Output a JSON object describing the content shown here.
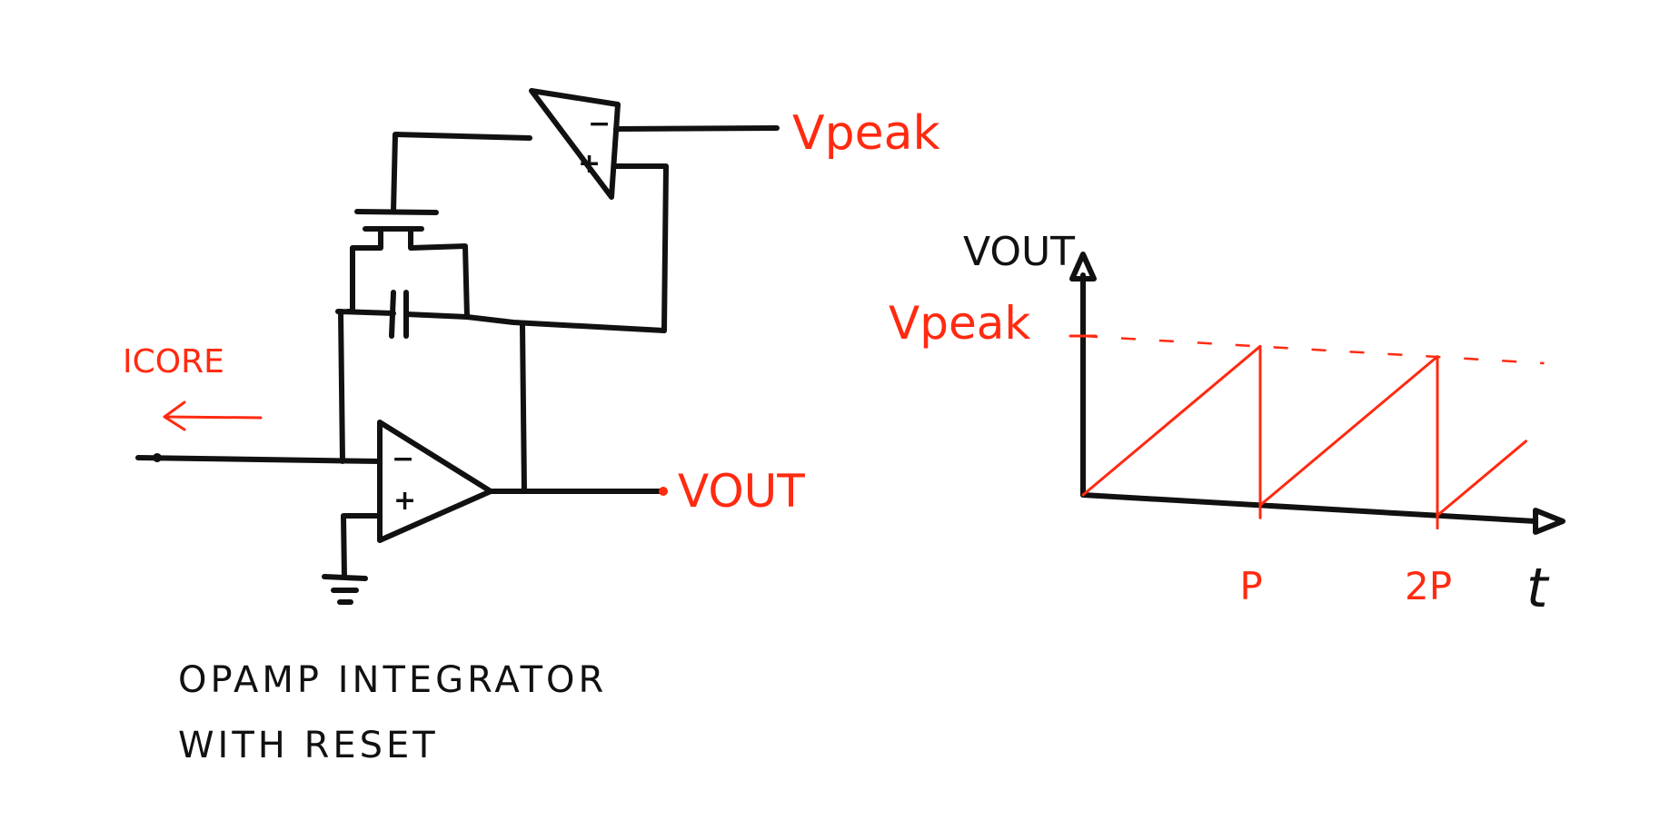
{
  "circuit": {
    "labels": {
      "vpeak": "Vpeak",
      "icore": "ICORE",
      "vout": "VOUT",
      "minus": "−",
      "plus": "+"
    },
    "caption": {
      "line1": "OPAMP INTEGRATOR",
      "line2": "WITH RESET"
    }
  },
  "chart_data": {
    "type": "line",
    "ylabel": "VOUT",
    "xlabel": "t",
    "reference_line": {
      "label": "Vpeak",
      "value": 1,
      "style": "dashed"
    },
    "x_ticks": [
      "P",
      "2P"
    ],
    "series": [
      {
        "x": [
          0,
          1,
          1,
          2,
          2,
          2.5
        ],
        "y": [
          0,
          1,
          0,
          1,
          0,
          0.5
        ]
      }
    ],
    "colors": {
      "waveform": "#ff2a10",
      "axes": "#111111"
    }
  }
}
